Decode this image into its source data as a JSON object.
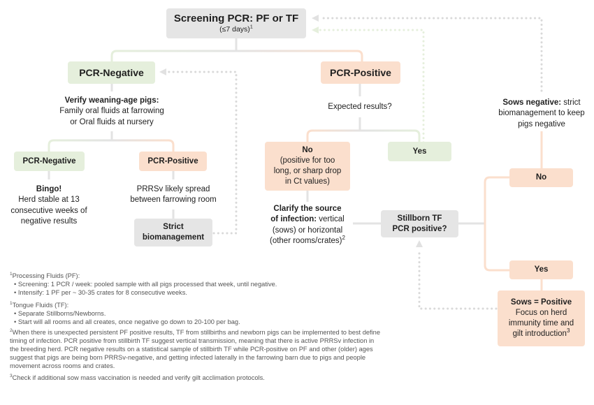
{
  "colors": {
    "grey_box": "#e5e5e5",
    "green_box": "#e5efdc",
    "orange_box": "#fbdfcd",
    "connector_grey": "#e3e3e3",
    "connector_green": "#e5efdc",
    "connector_orange": "#fbdfcd",
    "dotted_grey": "#d9d9d9"
  },
  "screening": {
    "title": "Screening PCR: PF or TF",
    "subtitle": "(≤7 days)",
    "sup": "1"
  },
  "left": {
    "negative_label": "PCR-Negative",
    "verify_bold": "Verify weaning-age pigs:",
    "verify_line1": "Family oral fluids at farrowing",
    "verify_line2": "or Oral fluids at nursery",
    "sub_negative_label": "PCR-Negative",
    "sub_positive_label": "PCR-Positive",
    "bingo_bold": "Bingo!",
    "bingo_line1": "Herd stable at 13",
    "bingo_line2": "consecutive weeks of",
    "bingo_line3": "negative results",
    "spread_line1": "PRRSv likely spread",
    "spread_line2": "between farrowing room",
    "strict_line1": "Strict",
    "strict_line2": "biomanagement"
  },
  "center": {
    "positive_label": "PCR-Positive",
    "expected": "Expected results?",
    "no_bold": "No",
    "no_line1": "(positive for too",
    "no_line2": "long, or sharp drop",
    "no_line3": "in Ct values)",
    "yes_label": "Yes",
    "clarify_bold1": "Clarify the source",
    "clarify_bold2": "of infection:",
    "clarify_rest2": " vertical",
    "clarify_line3": "(sows) or horizontal",
    "clarify_line4": "(other rooms/crates)",
    "clarify_sup": "2",
    "stillborn_line1": "Stillborn TF",
    "stillborn_line2": "PCR positive?"
  },
  "right": {
    "sows_neg_bold": "Sows negative:",
    "sows_neg_rest1": " strict",
    "sows_neg_line2": "biomanagement to keep",
    "sows_neg_line3": "pigs negative",
    "no_label": "No",
    "yes_label": "Yes",
    "sows_pos_bold": "Sows = Positive",
    "sows_pos_line1": "Focus on herd",
    "sows_pos_line2": "immunity time and",
    "sows_pos_line3": "gilt introduction",
    "sows_pos_sup": "3"
  },
  "footnotes": {
    "pf_title": "Processing Fluids (PF):",
    "pf_sup": "1",
    "pf_items": [
      "Screening: 1 PCR / week: pooled sample with all pigs processed that week, until negative.",
      "Intensify: 1 PF per ~ 30-35 crates for 8 consecutive weeks."
    ],
    "tf_title": "Tongue Fluids (TF):",
    "tf_sup": "1",
    "tf_items": [
      "Separate Stillborns/Newborns.",
      "Start will all rooms and all creates, once negative go down to 20-100 per bag."
    ],
    "note2_sup": "2",
    "note2": "When there is unexpected persistent PF positive results, TF from stillbirths and newborn pigs can be implemented to best define timing of infection. PCR positive from stillbirth TF suggest vertical transmission, meaning that there is active PRRSv infection in the breeding herd. PCR negative results on a statistical sample of stillbirth TF while PCR-positive on PF and other (older) ages suggest that pigs are being born PRRSv-negative, and getting infected laterally in the farrowing barn due to pigs and people movement across rooms and crates.",
    "note3_sup": "3",
    "note3": "Check if additional sow mass vaccination is needed and verify gilt acclimation protocols."
  }
}
